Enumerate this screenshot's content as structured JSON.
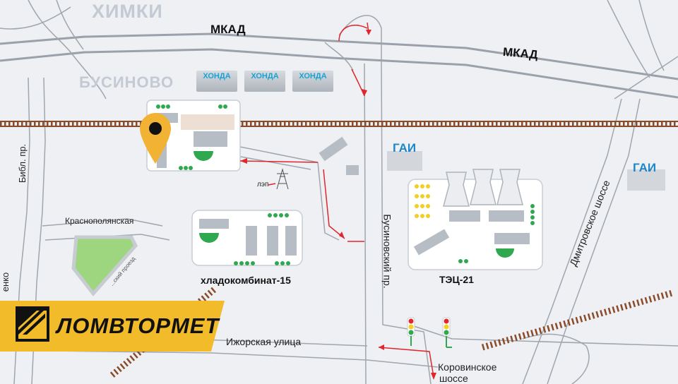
{
  "districts": {
    "khimki": "ХИМКИ",
    "businovo": "БУСИНОВО"
  },
  "roads": {
    "mkad_left": "МКАД",
    "mkad_right": "МКАД",
    "bibl": "Библ. пр.",
    "krasnopolyanskaya": "Краснополянская",
    "businovsky": "Бусиновский пр.",
    "dmitrovskoe": "Дмитровское шоссе",
    "izhorskaya": "Ижорская улица",
    "korovinskoe_line1": "Коровинское",
    "korovinskoe_line2": "шоссе",
    "partial_left": "енко",
    "park_road": "...ский проезд"
  },
  "power_line": "лэп",
  "dealers": [
    "ХОНДА",
    "ХОНДА",
    "ХОНДА"
  ],
  "gai": [
    "ГАИ",
    "ГАИ"
  ],
  "plants": {
    "cold_storage": "хладокомбинат-15",
    "power_plant": "ТЭЦ-21"
  },
  "brand": {
    "name": "ЛОМВТОРМЕТ",
    "color": "#f2bb2a"
  },
  "marker": {
    "icon": "location-pin-icon",
    "color": "#f2b233"
  },
  "colors": {
    "rail": "#8a4b2a",
    "arrow": "#e0262e",
    "park": "#9ed57f",
    "gai": "#1b86c8",
    "honda": "#17a3d4"
  }
}
